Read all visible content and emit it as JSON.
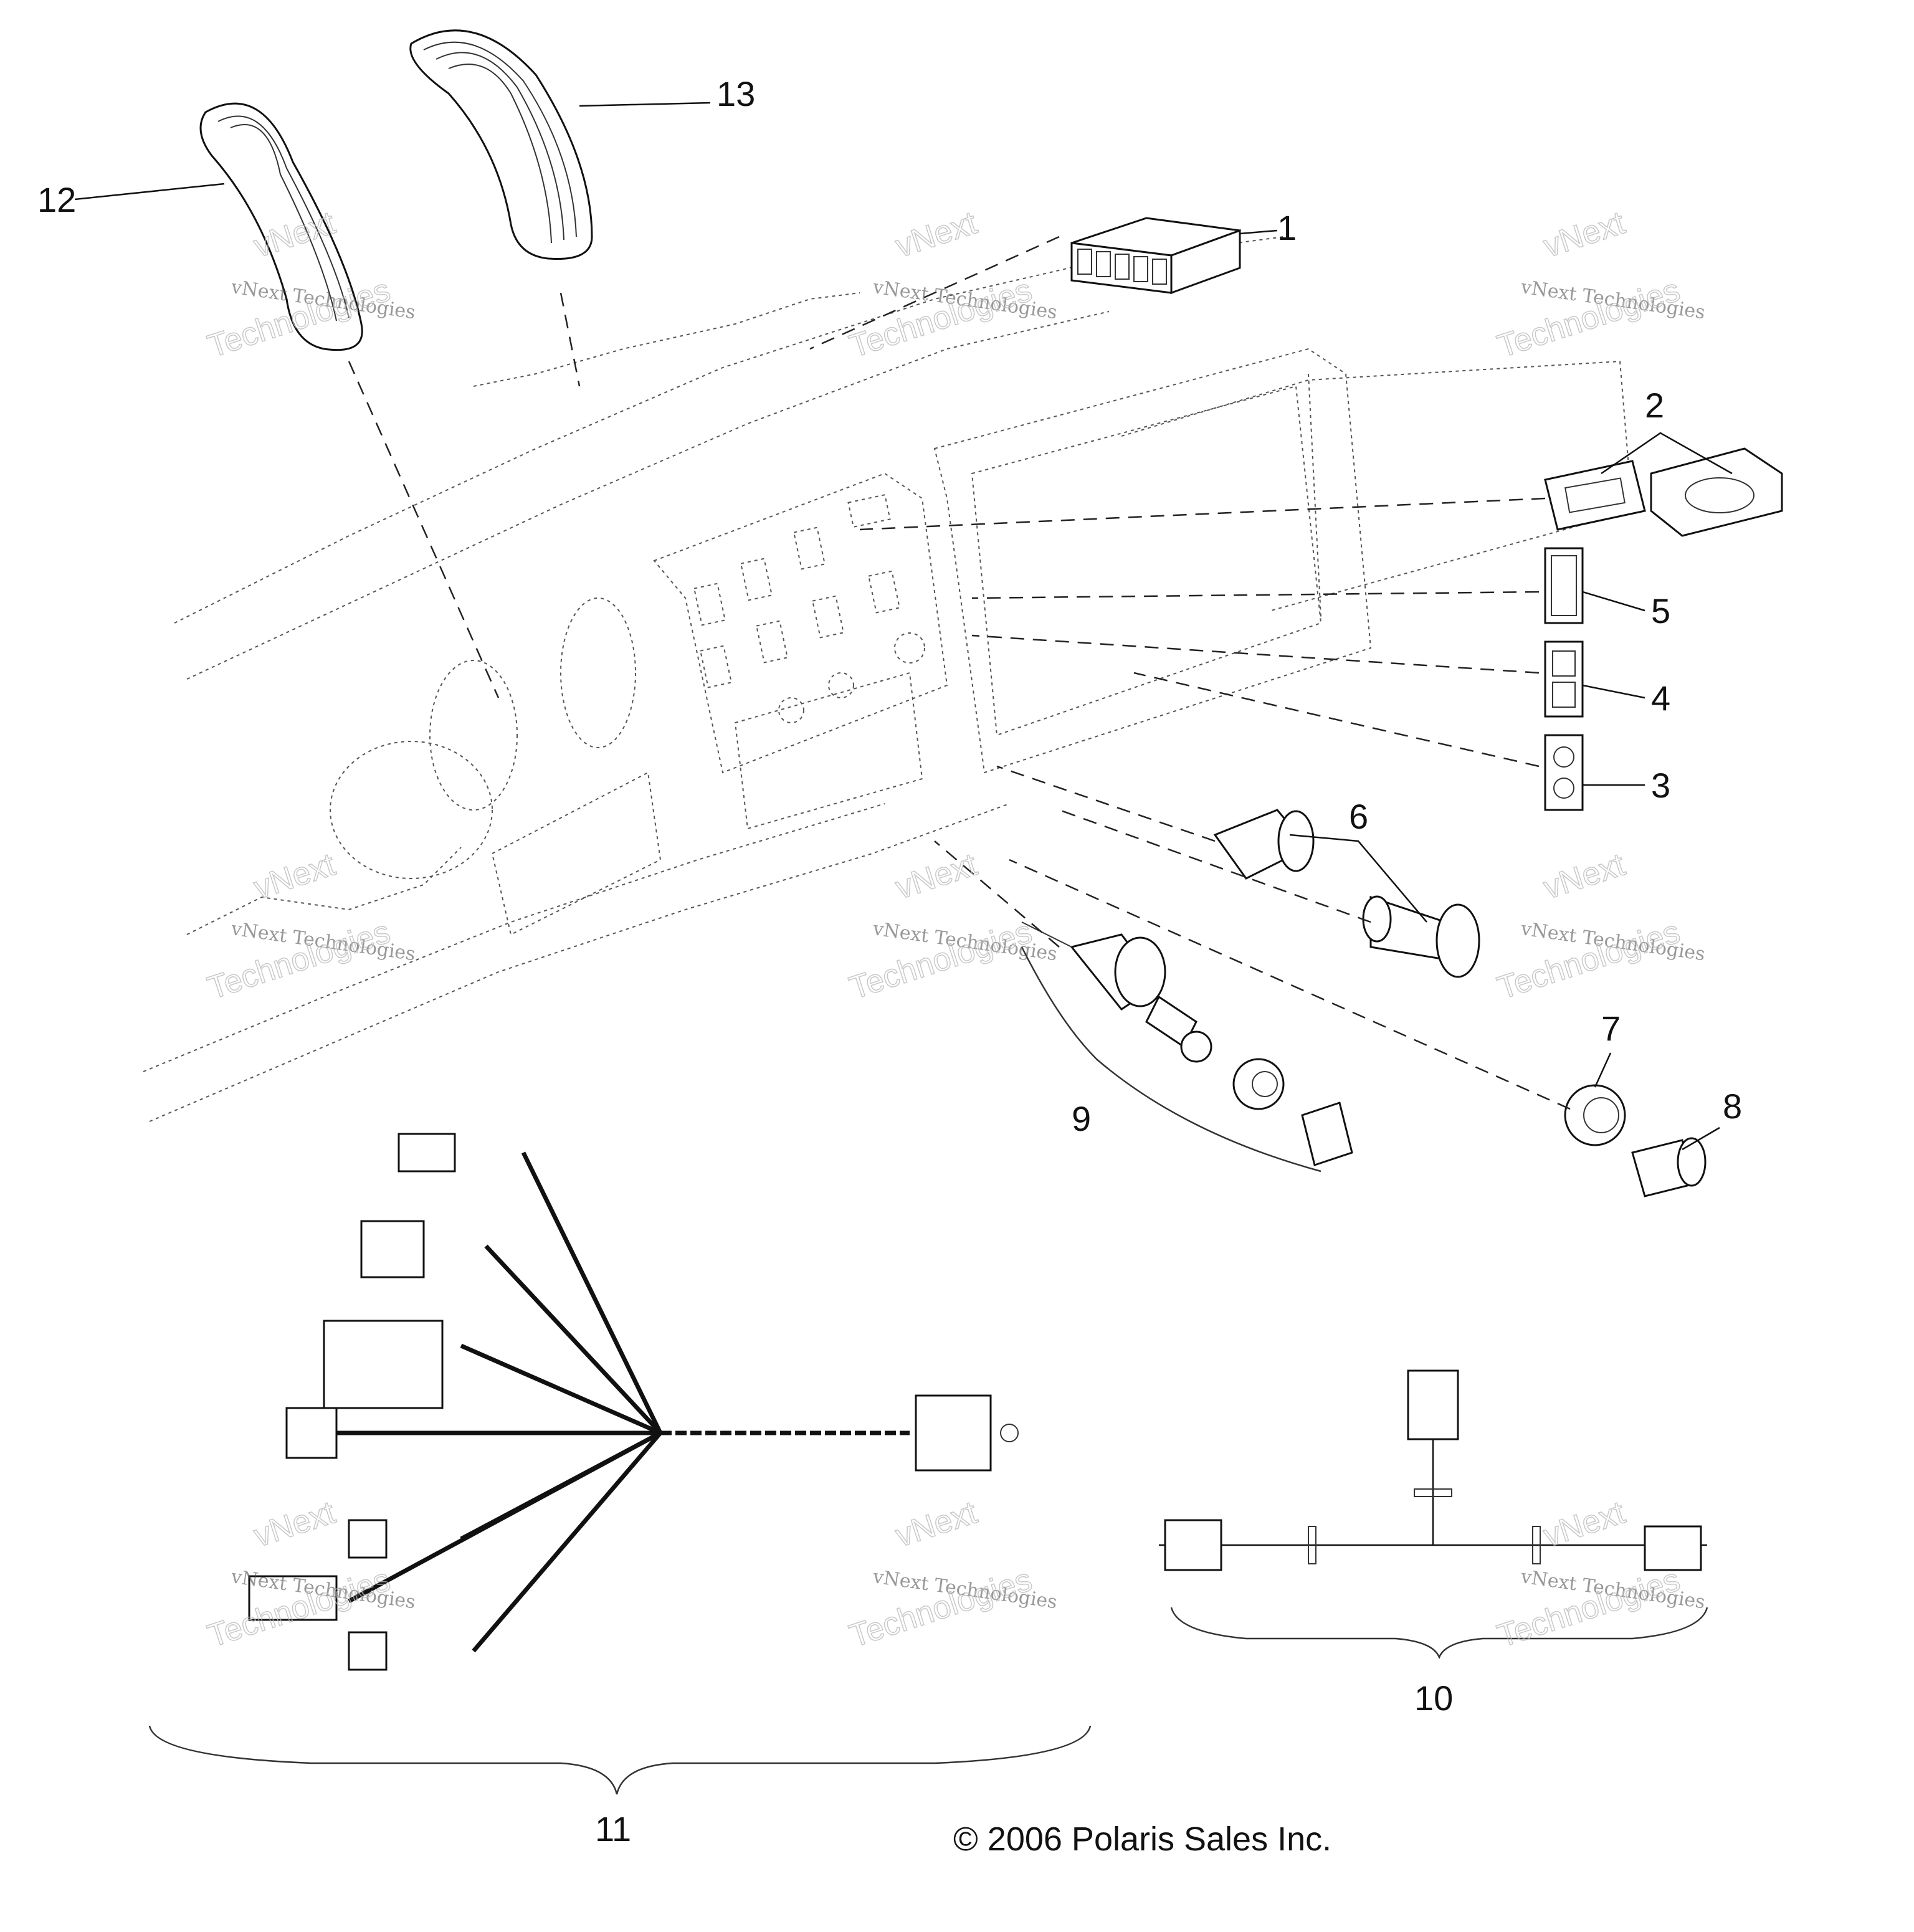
{
  "callouts": {
    "c1": "1",
    "c2": "2",
    "c3": "3",
    "c4": "4",
    "c5": "5",
    "c6": "6",
    "c7": "7",
    "c8": "8",
    "c9": "9",
    "c10": "10",
    "c11": "11",
    "c12": "12",
    "c13": "13"
  },
  "watermark": {
    "line1": "vNext Technologies",
    "line2": "vNext",
    "line3": "Technologies"
  },
  "copyright": "© 2006 Polaris Sales Inc."
}
